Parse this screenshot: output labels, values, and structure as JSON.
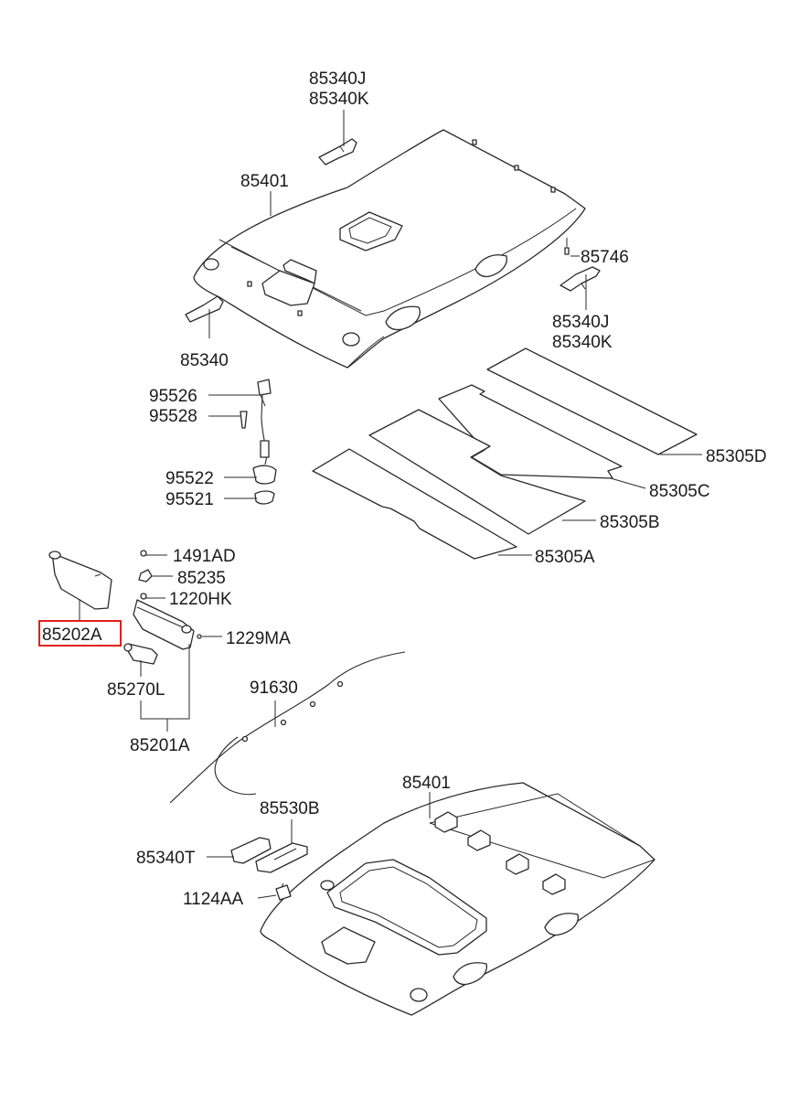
{
  "diagram": {
    "highlight_color": "#e0201c",
    "line_color": "#2a2a2a",
    "highlighted_part": "85202A",
    "labels": {
      "p85340J_top": "85340J",
      "p85340K_top": "85340K",
      "p85401_top": "85401",
      "p85746": "85746",
      "p85340J_right": "85340J",
      "p85340K_right": "85340K",
      "p85340": "85340",
      "p95526": "95526",
      "p95528": "95528",
      "p95522": "95522",
      "p95521": "95521",
      "p85305D": "85305D",
      "p85305C": "85305C",
      "p85305B": "85305B",
      "p85305A": "85305A",
      "p1491AD": "1491AD",
      "p85235": "85235",
      "p1220HK": "1220HK",
      "p1229MA": "1229MA",
      "p85202A": "85202A",
      "p85270L": "85270L",
      "p85201A": "85201A",
      "p91630": "91630",
      "p85401_bottom": "85401",
      "p85530B": "85530B",
      "p85340T": "85340T",
      "p1124AA": "1124AA"
    }
  }
}
